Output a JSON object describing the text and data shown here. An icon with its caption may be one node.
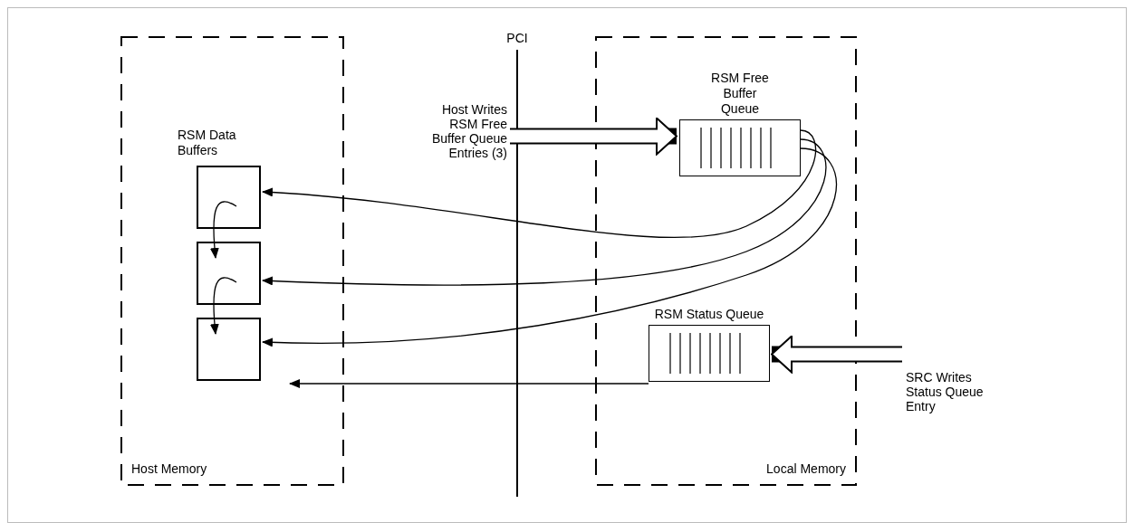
{
  "diagram": {
    "nodes": [
      {
        "text": [
          "Host Memory"
        ]
      },
      {
        "text": [
          "Local Memory"
        ]
      },
      {
        "text": [],
        "shape": "box",
        "in": 0
      },
      {
        "text": [],
        "shape": "box",
        "in": 0
      },
      {
        "text": [],
        "shape": "box",
        "in": 0
      },
      {
        "text": [
          "RSM Free Buffer Queue"
        ],
        "in": 1
      },
      {
        "text": [
          "RSM Status Queue"
        ],
        "in": 1
      },
      {
        "text": [
          "Host Writes RSM Free Buffer Queue Entries (3)"
        ]
      },
      {
        "text": [
          "SRC Writes Status Queue Entry"
        ]
      }
    ],
    "edges": [
      {
        "from": 7,
        "to": 5,
        "arrow": "to",
        "style": "thick"
      },
      {
        "from": 5,
        "to": 2,
        "arrow": "to"
      },
      {
        "from": 5,
        "to": 3,
        "arrow": "to"
      },
      {
        "from": 5,
        "to": 4,
        "arrow": "to"
      },
      {
        "from": 2,
        "to": 3,
        "arrow": "to"
      },
      {
        "from": 3,
        "to": 4,
        "arrow": "to"
      },
      {
        "from": 8,
        "to": 6,
        "arrow": "to",
        "style": "thick"
      },
      {
        "from": 6,
        "to": null,
        "arrow": "to"
      }
    ],
    "labels": [
      "PCI",
      "RSM Data Buffers"
    ]
  }
}
